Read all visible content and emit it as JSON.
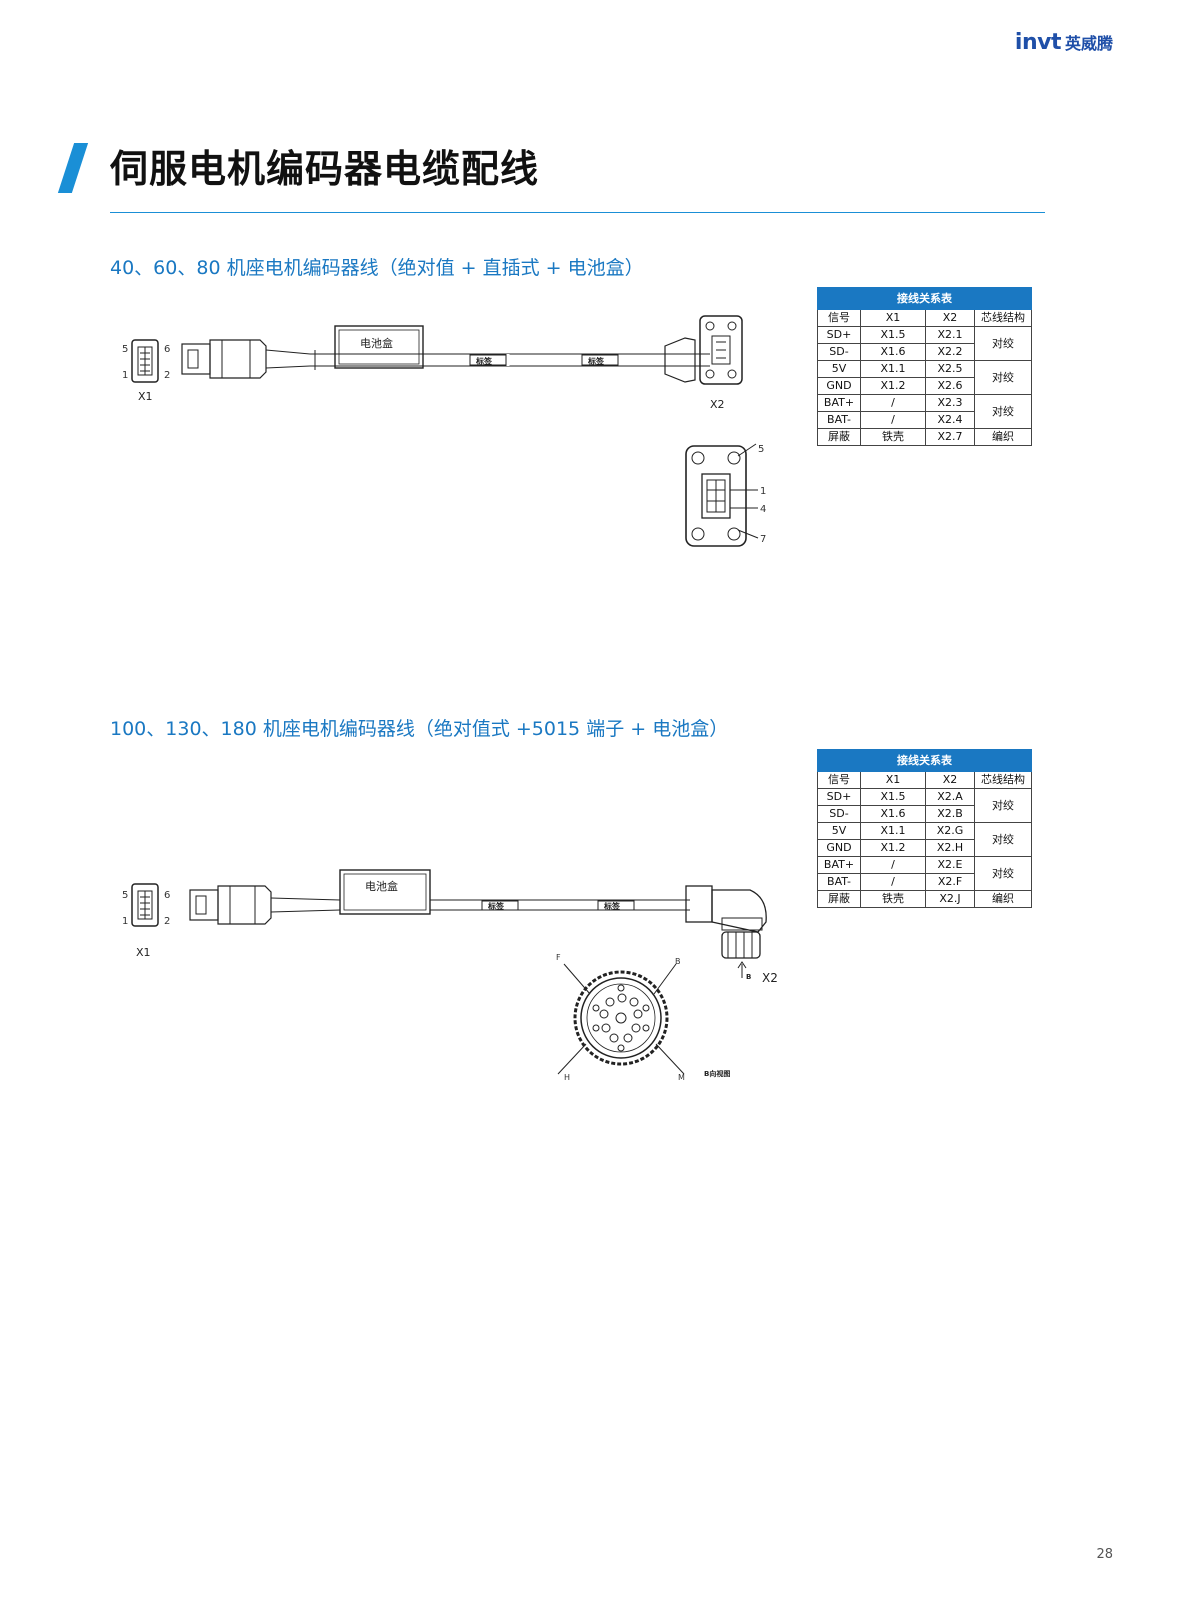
{
  "brand": {
    "mark": "invt",
    "name_cn": "英威腾",
    "color": "#1f4fa8"
  },
  "page_title": "伺服电机编码器电缆配线",
  "accent_color": "#1a78c2",
  "sections": [
    {
      "title": "40、60、80 机座电机编码器线（绝对值 + 直插式 + 电池盒）",
      "diagram": {
        "x1_label": "X1",
        "x2_label": "X2",
        "battery_label": "电池盒",
        "tag_label": "标签",
        "x1_pins": [
          "5",
          "6",
          "1",
          "2"
        ],
        "x2_pins": [
          "5",
          "1",
          "4",
          "7"
        ]
      },
      "table": {
        "caption": "接线关系表",
        "headers": [
          "信号",
          "X1",
          "X2",
          "芯线结构"
        ],
        "rows": [
          [
            "SD+",
            "X1.5",
            "X2.1"
          ],
          [
            "SD-",
            "X1.6",
            "X2.2"
          ],
          [
            "5V",
            "X1.1",
            "X2.5"
          ],
          [
            "GND",
            "X1.2",
            "X2.6"
          ],
          [
            "BAT+",
            "/",
            "X2.3"
          ],
          [
            "BAT-",
            "/",
            "X2.4"
          ],
          [
            "屏蔽",
            "铁壳",
            "X2.7"
          ]
        ],
        "structure": [
          "对绞",
          "对绞",
          "对绞",
          "编织"
        ]
      }
    },
    {
      "title": "100、130、180 机座电机编码器线（绝对值式 +5015 端子 + 电池盒）",
      "diagram": {
        "x1_label": "X1",
        "x2_label": "X2",
        "battery_label": "电池盒",
        "tag_label": "标签",
        "x1_pins": [
          "5",
          "6",
          "1",
          "2"
        ],
        "view_label": "B向视图",
        "arrow_label": "B",
        "face_letters": [
          "F",
          "B",
          "H",
          "M"
        ]
      },
      "table": {
        "caption": "接线关系表",
        "headers": [
          "信号",
          "X1",
          "X2",
          "芯线结构"
        ],
        "rows": [
          [
            "SD+",
            "X1.5",
            "X2.A"
          ],
          [
            "SD-",
            "X1.6",
            "X2.B"
          ],
          [
            "5V",
            "X1.1",
            "X2.G"
          ],
          [
            "GND",
            "X1.2",
            "X2.H"
          ],
          [
            "BAT+",
            "/",
            "X2.E"
          ],
          [
            "BAT-",
            "/",
            "X2.F"
          ],
          [
            "屏蔽",
            "铁壳",
            "X2.J"
          ]
        ],
        "structure": [
          "对绞",
          "对绞",
          "对绞",
          "编织"
        ]
      }
    }
  ],
  "page_number": "28"
}
